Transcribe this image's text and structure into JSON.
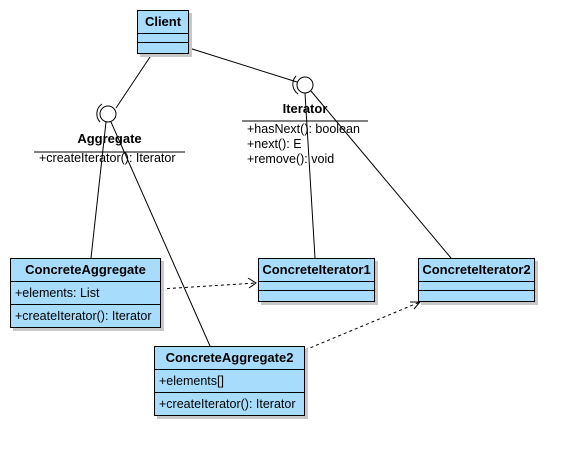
{
  "classes": {
    "client": {
      "name": "Client"
    },
    "concrete_aggregate": {
      "name": "ConcreteAggregate",
      "attributes": [
        "+elements: List"
      ],
      "operations": [
        "+createIterator(): Iterator"
      ]
    },
    "concrete_aggregate2": {
      "name": "ConcreteAggregate2",
      "attributes": [
        "+elements[]"
      ],
      "operations": [
        "+createIterator(): Iterator"
      ]
    },
    "concrete_iterator1": {
      "name": "ConcreteIterator1"
    },
    "concrete_iterator2": {
      "name": "ConcreteIterator2"
    }
  },
  "interfaces": {
    "aggregate": {
      "name": "Aggregate",
      "operations": [
        "+createIterator(): Iterator"
      ]
    },
    "iterator": {
      "name": "Iterator",
      "operations": [
        "+hasNext(): boolean",
        "+next(): E",
        "+remove(): void"
      ]
    }
  },
  "colors": {
    "class_fill": "#a8dcfc",
    "line": "#000000",
    "shadow": "#c8c8c8"
  }
}
